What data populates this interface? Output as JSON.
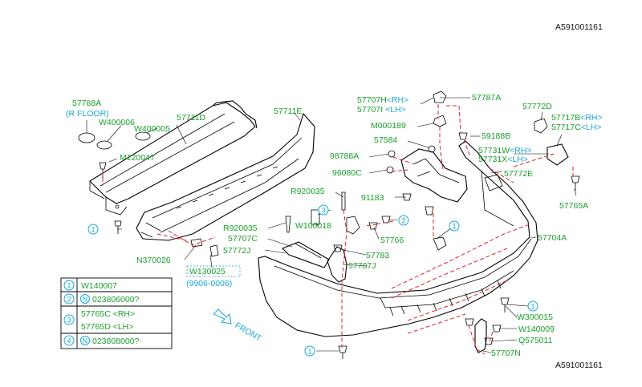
{
  "doc_id": "A591001161",
  "front_label": "FRONT",
  "labels": {
    "l57788A": "57788A",
    "rfloor": "(R FLOOR)",
    "w400006": "W400006",
    "w400005": "W400005",
    "l57711D": "57711D",
    "m120047": "M120047",
    "l57711E": "57711E",
    "l57707H": "57707H",
    "rh1": "<RH>",
    "l57707I": "57707I",
    "lh1": "<LH>",
    "l57787A": "57787A",
    "m000189": "M000189",
    "l57584": "57584",
    "l98788A": "98788A",
    "l96080C": "96080C",
    "l59188B": "59188B",
    "l57772D": "57772D",
    "l57717B": "57717B",
    "rh2": "<RH>",
    "l57717C": "57717C",
    "lh2": "<LH>",
    "l57731W": "57731W",
    "rh3": "<RH>",
    "l57731X": "57731X",
    "lh3": "<LH>",
    "l57772E": "57772E",
    "l57765A": "57765A",
    "r920035a": "R920035",
    "l91183": "91183",
    "w100018": "W100018",
    "r920035b": "R920035",
    "l57766": "57766",
    "l57707C": "57707C",
    "l57772J": "57772J",
    "l57783": "57783",
    "l57707J": "57707J",
    "l57704A": "57704A",
    "n370026": "N370026",
    "w130025": "W130025",
    "w130025_date": "(9906-0006)",
    "w300015": "W300015",
    "w140009": "W140009",
    "q575011": "Q575011",
    "l57707N": "57707N"
  },
  "callouts": [
    "1",
    "2",
    "3",
    "1",
    "1",
    "1"
  ],
  "legend": [
    {
      "num": "1",
      "text": "W140007"
    },
    {
      "num": "2",
      "prefix": "N",
      "text": "023806000?"
    },
    {
      "num": "3",
      "text": "57765C <RH>",
      "text2": "57765D <LH>"
    },
    {
      "num": "4",
      "prefix": "N",
      "text": "023808000?"
    }
  ]
}
